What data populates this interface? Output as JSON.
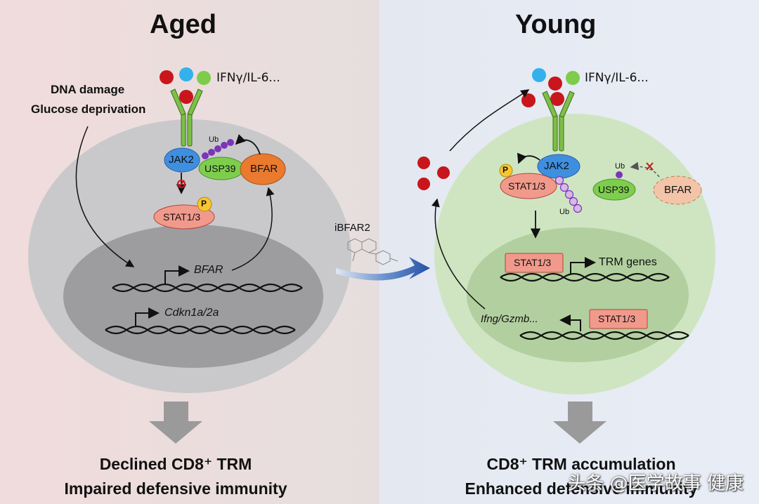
{
  "left_panel": {
    "title": "Aged",
    "stimuli": [
      "DNA damage",
      "Glucose deprivation"
    ],
    "cytokines": "IFNγ/IL-6...",
    "jak": "JAK2",
    "usp": "USP39",
    "bfar": "BFAR",
    "ub": "Ub",
    "stat": "STAT1/3",
    "phospho": "P",
    "gene_bfar": "BFAR",
    "gene_cdkn": "Cdkn1a/2a",
    "outcome": [
      "Declined CD8⁺ TRM",
      "Impaired defensive immunity"
    ]
  },
  "center": {
    "drug": "iBFAR2"
  },
  "right_panel": {
    "title": "Young",
    "cytokines": "IFNγ/IL-6...",
    "jak": "JAK2",
    "usp": "USP39",
    "bfar": "BFAR",
    "ub_top": "Ub",
    "ub_bottom": "Ub",
    "stat": "STAT1/3",
    "phospho": "P",
    "stat_box_1": "STAT1/3",
    "target_genes": "TRM genes",
    "stat_box_2": "STAT1/3",
    "effector_genes": "Ifng/Gzmb...",
    "outcome": [
      "CD8⁺ TRM accumulation",
      "Enhanced defensive immunity"
    ]
  },
  "watermark": "头条 @医学故事 健康",
  "colors": {
    "red_dot": "#c8161c",
    "blue_dot": "#33b1ec",
    "green_dot": "#7dcc4a",
    "jak_blue": "#3f8fe0",
    "usp_green": "#7ece4e",
    "bfar_orange": "#ea7a2e",
    "stat_pink": "#f19a8c",
    "ub_purple": "#7a35b8",
    "arrow_blue": "#2f5fb0"
  }
}
